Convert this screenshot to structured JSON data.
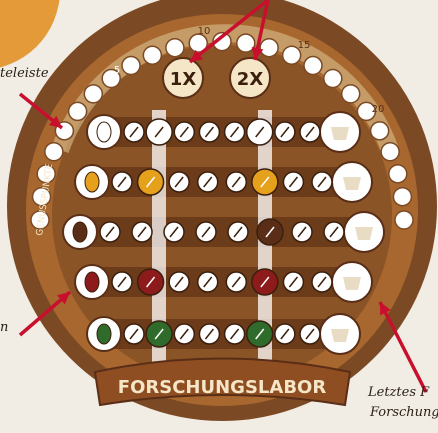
{
  "captions": {
    "top": "teleiste",
    "left": "n",
    "bottom_line1": "Letztes F",
    "bottom_line2": "Forschung"
  },
  "board": {
    "score_label": "GENUSSPUNKTE",
    "title": "FORSCHUNGSLABOR",
    "multipliers": [
      "1X",
      "2X"
    ],
    "score_ticks": [
      "5",
      "10",
      "15",
      "20"
    ]
  },
  "colors": {
    "board_dark": "#7b4a24",
    "board_mid": "#a8672e",
    "board_light": "#d8c08e",
    "arrow_red": "#c8102e",
    "cup": "#ffffff",
    "bean_white": "#ffffff",
    "bean_yellow": "#e6a11c",
    "bean_brown": "#5a2e16",
    "bean_red": "#8e1b1b",
    "bean_green": "#2f6b2a"
  },
  "icons": [
    "coffee-bean-icon",
    "coffee-cup-icon",
    "arrow-icon"
  ]
}
